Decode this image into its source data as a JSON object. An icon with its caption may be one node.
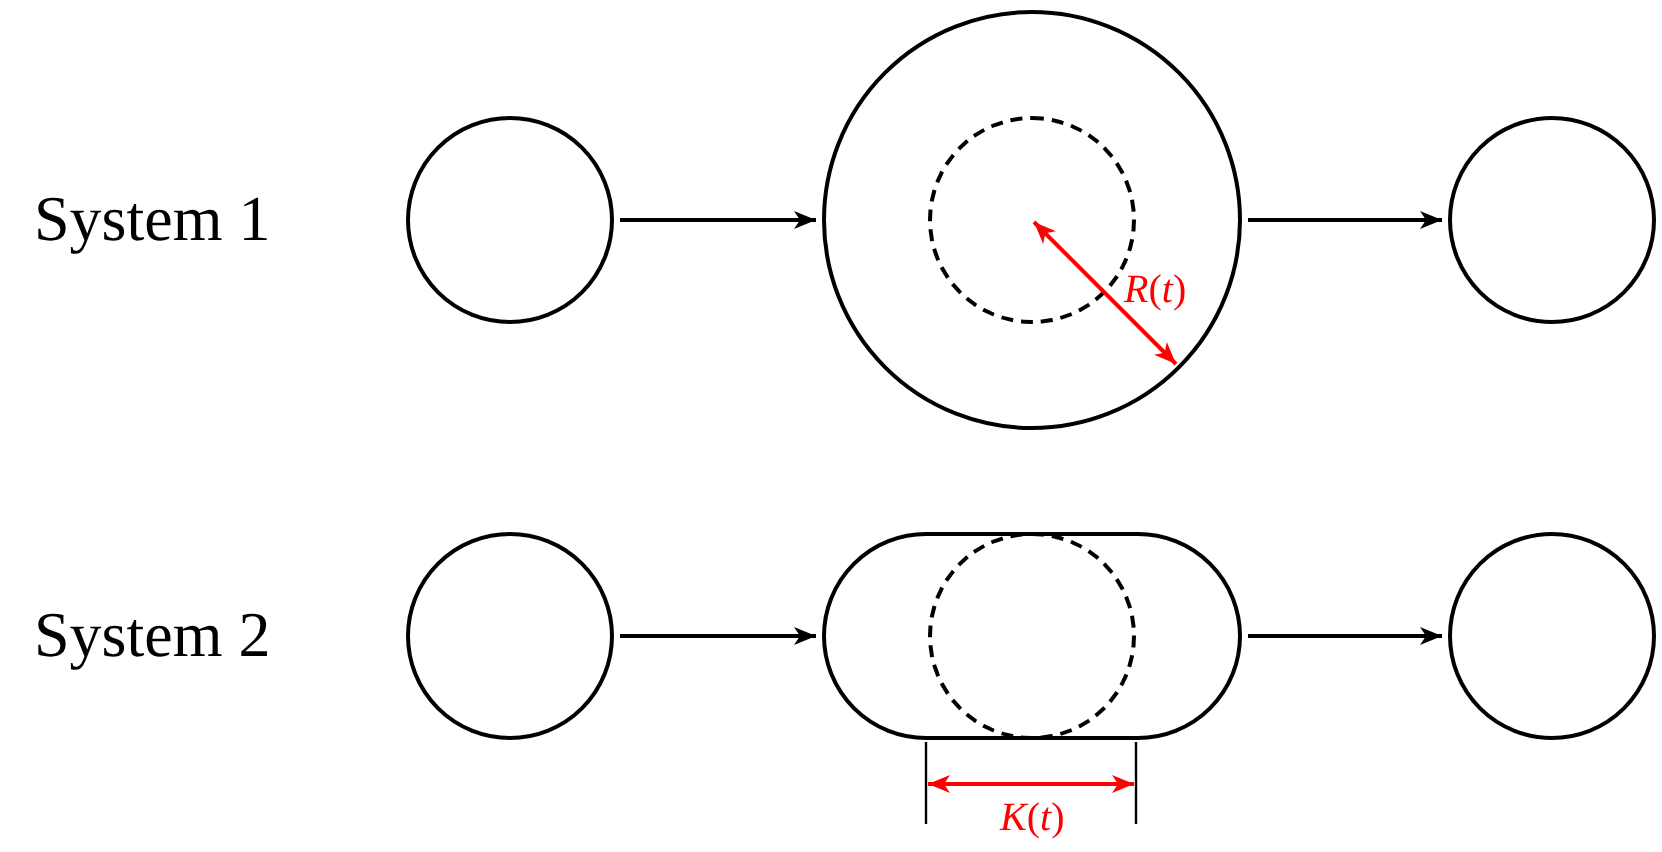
{
  "diagram": {
    "nodes": [
      {
        "text": [],
        "shape": "circle"
      },
      {
        "text": [],
        "shape": "circle"
      },
      {
        "text": [],
        "shape": "circle",
        "in": 1
      },
      {
        "text": [],
        "shape": "circle"
      },
      {
        "text": [],
        "shape": "circle"
      },
      {
        "text": [],
        "shape": "stadium"
      },
      {
        "text": [],
        "shape": "circle",
        "in": 5
      },
      {
        "text": [],
        "shape": "circle"
      }
    ],
    "edges": [
      {
        "from": 0,
        "to": 1,
        "arrow": "to"
      },
      {
        "from": 1,
        "to": 3,
        "arrow": "to"
      },
      {
        "from": 4,
        "to": 5,
        "arrow": "to"
      },
      {
        "from": 5,
        "to": 7,
        "arrow": "to"
      }
    ],
    "labels": [
      "System 1",
      "*R*(*t*)",
      "System 2",
      "*K*(*t*)"
    ]
  }
}
